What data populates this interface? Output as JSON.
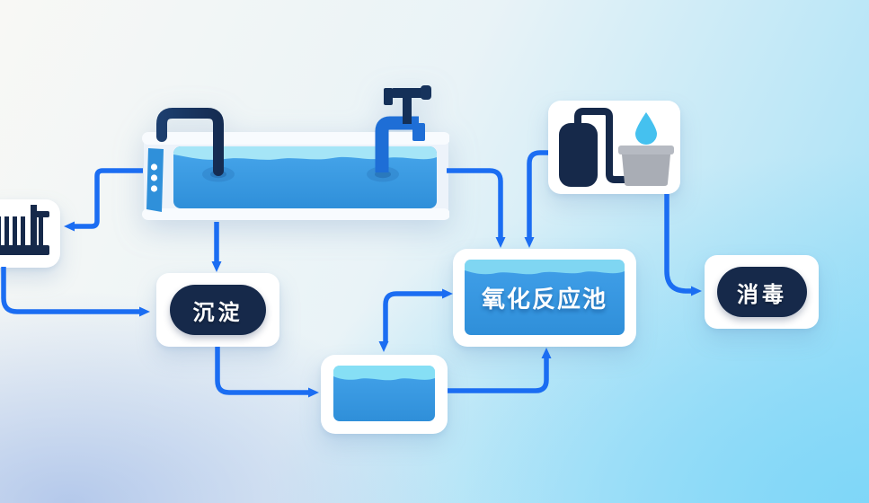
{
  "diagram": {
    "type": "process-flow",
    "subject": "water-treatment-flow-diagram",
    "labels": {
      "sedimentation": "沉淀",
      "oxidation_pool": "氧化反应池",
      "disinfection": "消毒"
    },
    "icons": [
      "bar-screen-icon",
      "raw-water-tank-icon",
      "inlet-pipe-icon",
      "faucet-icon",
      "holding-tank-icon",
      "dosing-cylinder-icon",
      "beaker-icon",
      "water-droplet-icon"
    ],
    "colors": {
      "arrow": "#1b6df2",
      "navy": "#16294a",
      "water_blue": "#3f9fe8",
      "wave_cyan": "#a5e5f7",
      "oxidation_wave": "#7fd6f2",
      "beaker_gray": "#a9adb5",
      "droplet_blue": "#45c1ef",
      "faucet_blue": "#1e6ed6",
      "card_white": "#ffffff"
    }
  }
}
